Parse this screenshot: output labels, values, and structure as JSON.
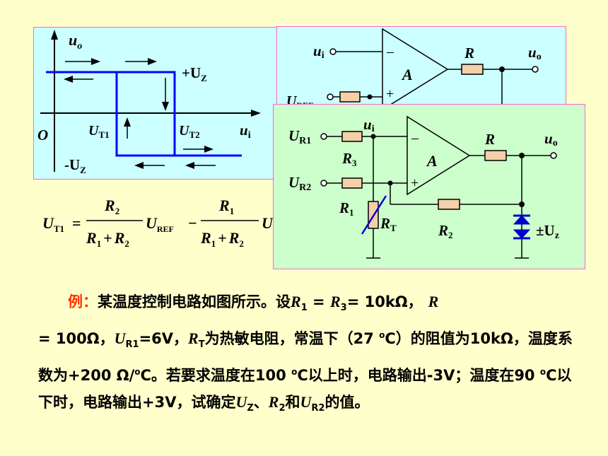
{
  "hysteresis": {
    "y_axis": "u",
    "y_axis_sub": "o",
    "x_axis": "u",
    "x_axis_sub": "i",
    "origin": "O",
    "high_level": "+U",
    "high_level_sub": "Z",
    "low_level": "-U",
    "low_level_sub": "Z",
    "threshold1": "U",
    "threshold1_sub": "T1",
    "threshold2": "U",
    "threshold2_sub": "T2"
  },
  "formula": {
    "lhs": "U",
    "lhs_sub": "T1",
    "eq": "=",
    "num1": "R",
    "num1_sub": "2",
    "den1_a": "R",
    "den1_a_sub": "1",
    "den1_plus": "+",
    "den1_b": "R",
    "den1_b_sub": "2",
    "term1": "U",
    "term1_sub": "REF",
    "minus": "−",
    "num2": "R",
    "num2_sub": "1",
    "den2_a": "R",
    "den2_a_sub": "1",
    "den2_plus": "+",
    "den2_b": "R",
    "den2_b_sub": "2",
    "term2": "U"
  },
  "circuit_back": {
    "input": "u",
    "input_sub": "i",
    "ref": "U",
    "ref_sub": "REF",
    "minus": "–",
    "plus": "+",
    "amp": "A",
    "resistor": "R",
    "output": "u",
    "output_sub": "o"
  },
  "circuit_front": {
    "ur1": "U",
    "ur1_sub": "R1",
    "ur2": "U",
    "ur2_sub": "R2",
    "ui": "u",
    "ui_sub": "i",
    "r3": "R",
    "r3_sub": "3",
    "r1": "R",
    "r1_sub": "1",
    "rt": "R",
    "rt_sub": "T",
    "r2": "R",
    "r2_sub": "2",
    "r": "R",
    "amp": "A",
    "minus": "–",
    "plus": "+",
    "output": "u",
    "output_sub": "o",
    "zener": "±U",
    "zener_sub": "z"
  },
  "problem": {
    "label": "例：",
    "p1": "某温度控制电路如图所示。设",
    "p2": "= 10kΩ，",
    "p3": "= 100Ω，",
    "p4": "=6V，",
    "p5": "为热敏电阻，常温下（27 ",
    "p6": "C）的阻值为10kΩ，温度系数为+200 Ω/",
    "p7": "C。若要求温度在100 ",
    "p8": "C以上时，电路输出-3V；温度在90 ",
    "p9": "C以下时，电路输出+3V，试确定",
    "p10": "、",
    "p11": "和",
    "p12": "的值。",
    "R": "R",
    "U": "U",
    "eq": " = ",
    "sub1": "1",
    "sub3": "3",
    "subR1": "R1",
    "subT": "T",
    "subZ": "Z",
    "sub2": "2",
    "subR2": "R2",
    "deg": "o"
  }
}
